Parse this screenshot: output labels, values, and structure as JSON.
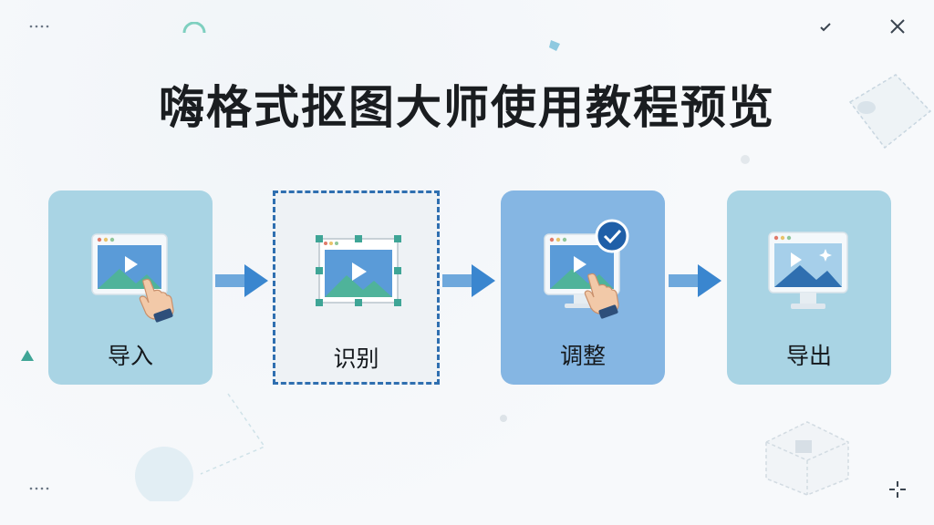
{
  "page": {
    "title": "嗨格式抠图大师使用教程预览"
  },
  "steps": [
    {
      "label": "导入"
    },
    {
      "label": "识别"
    },
    {
      "label": "调整"
    },
    {
      "label": "导出"
    }
  ],
  "colors": {
    "card_light_blue": "#a9d4e4",
    "card_mid_blue": "#85b6e3",
    "card_selected_bg": "#eef2f5",
    "dashed_border": "#2f6fb0",
    "arrow_blue": "#3a86cf",
    "handle_teal": "#3fa596",
    "title_text": "#1a1d20"
  },
  "icons": {
    "step1": "monitor-with-hand-pointer-icon",
    "step2": "image-with-selection-handles-icon",
    "step3": "monitor-with-checkmark-and-hand-icon",
    "step4": "monitor-with-image-icon",
    "close": "close-icon",
    "check": "checkmark-icon",
    "crosshair": "crosshair-icon",
    "dots": "dots-icon"
  }
}
